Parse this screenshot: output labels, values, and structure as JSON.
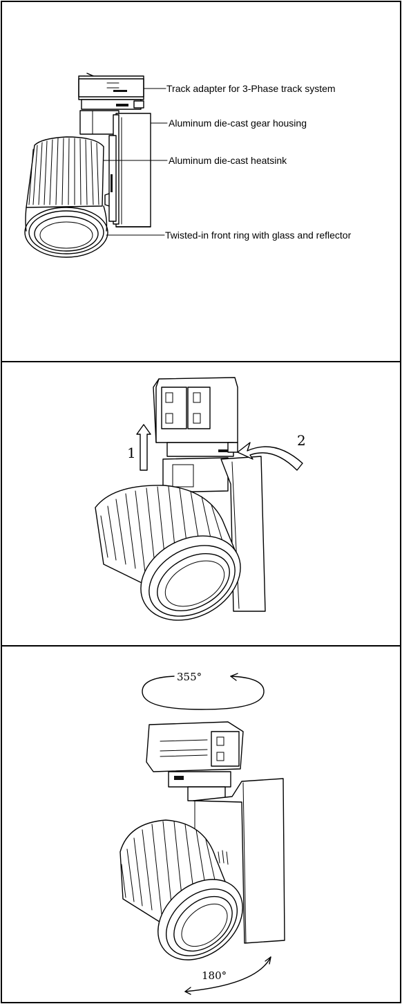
{
  "panel1": {
    "callouts": [
      "Track adapter for 3-Phase track system",
      "Aluminum die-cast gear housing",
      "Aluminum die-cast heatsink",
      "Twisted-in front ring with glass and reflector"
    ]
  },
  "panel2": {
    "step_labels": [
      "1",
      "2"
    ]
  },
  "panel3": {
    "rotation_horizontal": "355°",
    "rotation_vertical": "180°"
  }
}
